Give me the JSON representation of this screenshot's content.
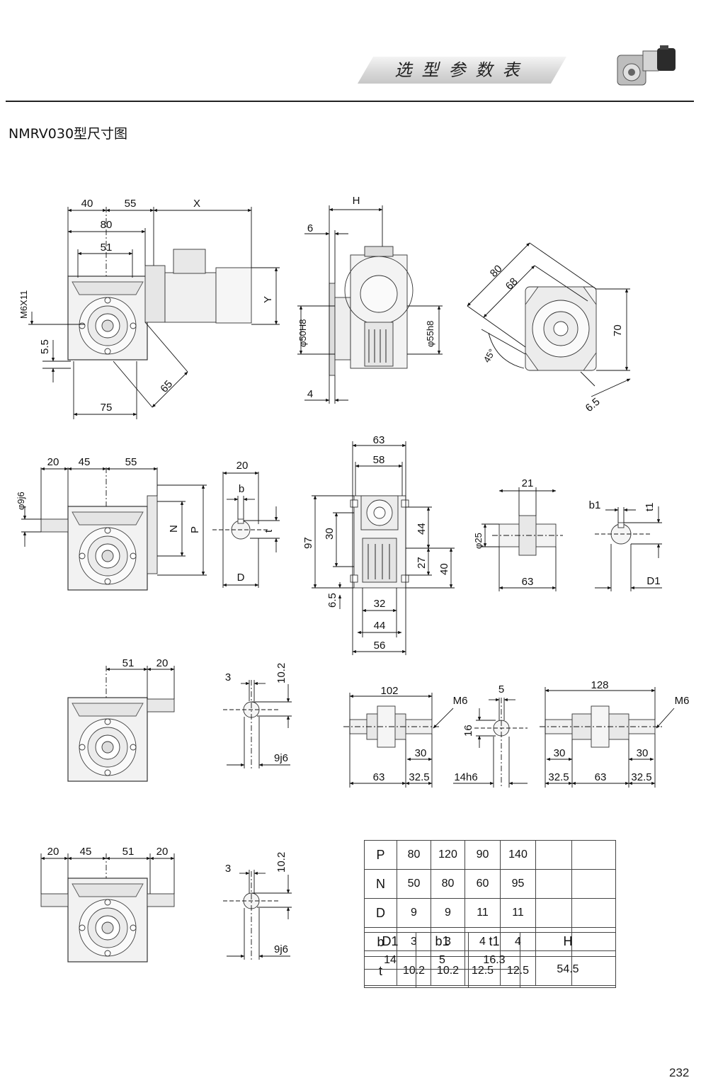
{
  "header": {
    "banner_title": "选型参数表"
  },
  "page_title": "NMRV030型尺寸图",
  "page_number": "232",
  "icons": {
    "product_photo": "worm-gear-motor-photo-icon"
  },
  "views": {
    "motor_side": {
      "d40": "40",
      "d55": "55",
      "dX": "X",
      "d80": "80",
      "d51": "51",
      "dM6": "M6X11",
      "d55b": "5.5",
      "d75": "75",
      "d65": "65",
      "dY": "Y"
    },
    "motor_front": {
      "dH": "H",
      "d6": "6",
      "d4": "4",
      "dphi50": "φ50H8",
      "dphi55": "φ55h8"
    },
    "flange": {
      "d80": "80",
      "d68": "68",
      "d70": "70",
      "d45": "45°",
      "d65": "6.5"
    },
    "input_shaft": {
      "d20": "20",
      "d45": "45",
      "d55": "55",
      "dphi9": "φ9j6",
      "dN": "N",
      "dP": "P"
    },
    "input_key": {
      "d20": "20",
      "db": "b",
      "dt": "t",
      "dD": "D"
    },
    "housing_front": {
      "d63": "63",
      "d58": "58",
      "d97": "97",
      "d30": "30",
      "d44": "44",
      "d27": "27",
      "d40": "40",
      "d65": "6.5",
      "d32": "32",
      "d44b": "44",
      "d56": "56"
    },
    "hollow_shaft": {
      "d21": "21",
      "dphi25": "φ25",
      "d63": "63"
    },
    "hollow_key": {
      "db1": "b1",
      "dt1": "t1",
      "dD1": "D1"
    },
    "single_output": {
      "d51": "51",
      "d20": "20"
    },
    "single_key": {
      "d3": "3",
      "d102": "10.2",
      "d9j6": "9j6"
    },
    "output_shaft_single": {
      "d102": "102",
      "dM6": "M6",
      "d30": "30",
      "d63": "63",
      "d325": "32.5"
    },
    "output_key": {
      "d5": "5",
      "d16": "16",
      "d14h6": "14h6"
    },
    "output_shaft_double": {
      "d128": "128",
      "dM6": "M6",
      "d30a": "30",
      "d30b": "30",
      "d325a": "32.5",
      "d63": "63",
      "d325b": "32.5"
    },
    "double_input": {
      "d20a": "20",
      "d45": "45",
      "d51": "51",
      "d20b": "20"
    },
    "double_key": {
      "d3": "3",
      "d102": "10.2",
      "d9j6": "9j6"
    }
  },
  "param_table": {
    "rows": [
      {
        "label": "P",
        "values": [
          "80",
          "120",
          "90",
          "140",
          "",
          ""
        ]
      },
      {
        "label": "N",
        "values": [
          "50",
          "80",
          "60",
          "95",
          "",
          ""
        ]
      },
      {
        "label": "D",
        "values": [
          "9",
          "9",
          "11",
          "11",
          "",
          ""
        ]
      },
      {
        "label": "b",
        "values": [
          "3",
          "3",
          "4",
          "4",
          "",
          ""
        ]
      },
      {
        "label": "t",
        "values": [
          "10.2",
          "10.2",
          "12.5",
          "12.5",
          "",
          ""
        ]
      }
    ],
    "lower_headers": [
      "D1",
      "b1",
      "t1",
      "H"
    ],
    "lower_values": [
      "14",
      "5",
      "16.3",
      "54.5"
    ]
  }
}
